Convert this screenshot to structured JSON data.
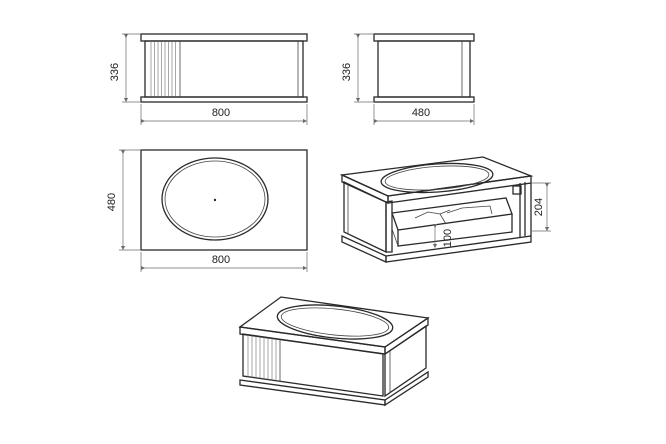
{
  "views": {
    "front": {
      "width_label": "800",
      "height_label": "336"
    },
    "side": {
      "width_label": "480",
      "height_label": "336"
    },
    "top": {
      "width_label": "800",
      "depth_label": "480"
    },
    "iso_open": {
      "drawer_depth_label": "100",
      "height_label": "204"
    }
  },
  "colors": {
    "line": "#2a2a2a",
    "dimension": "#6a6a6a",
    "background": "#ffffff"
  }
}
